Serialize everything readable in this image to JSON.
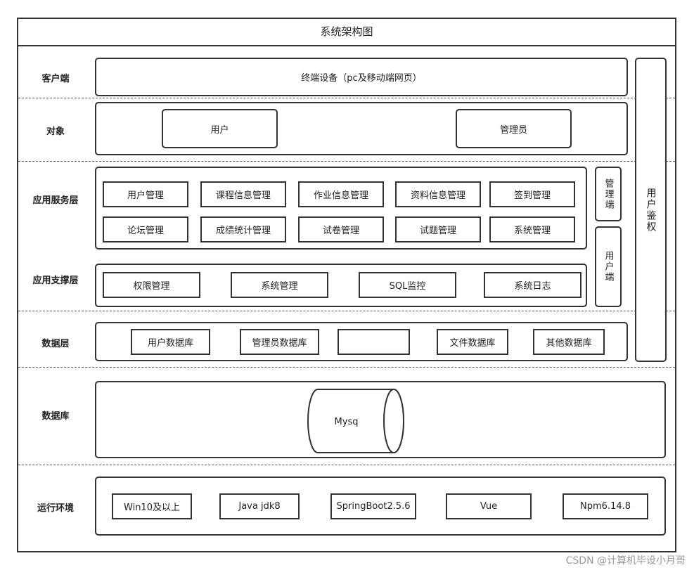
{
  "title": "系统架构图",
  "layers": {
    "client": "客户端",
    "object": "对象",
    "app_service": "应用服务层",
    "app_support": "应用支撑层",
    "data": "数据层",
    "database": "数据库",
    "runtime": "运行环境"
  },
  "client": {
    "device": "终端设备（pc及移动端网页）"
  },
  "objects": {
    "user": "用户",
    "admin": "管理员"
  },
  "app_service": {
    "row1": [
      "用户管理",
      "课程信息管理",
      "作业信息管理",
      "资料信息管理",
      "签到管理"
    ],
    "row2": [
      "论坛管理",
      "成绩统计管理",
      "试卷管理",
      "试题管理",
      "系统管理"
    ]
  },
  "admin_side": "管理端",
  "user_side": "用户端",
  "auth": "用户鉴权",
  "app_support": [
    "权限管理",
    "系统管理",
    "SQL监控",
    "系统日志"
  ],
  "data_layer": [
    "用户数据库",
    "管理员数据库",
    "",
    "文件数据库",
    "其他数据库"
  ],
  "database": {
    "name": "Mysq"
  },
  "runtime": [
    "Win10及以上",
    "Java jdk8",
    "SpringBoot2.5.6",
    "Vue",
    "Npm6.14.8"
  ],
  "watermark": "CSDN @计算机毕设小月哥"
}
